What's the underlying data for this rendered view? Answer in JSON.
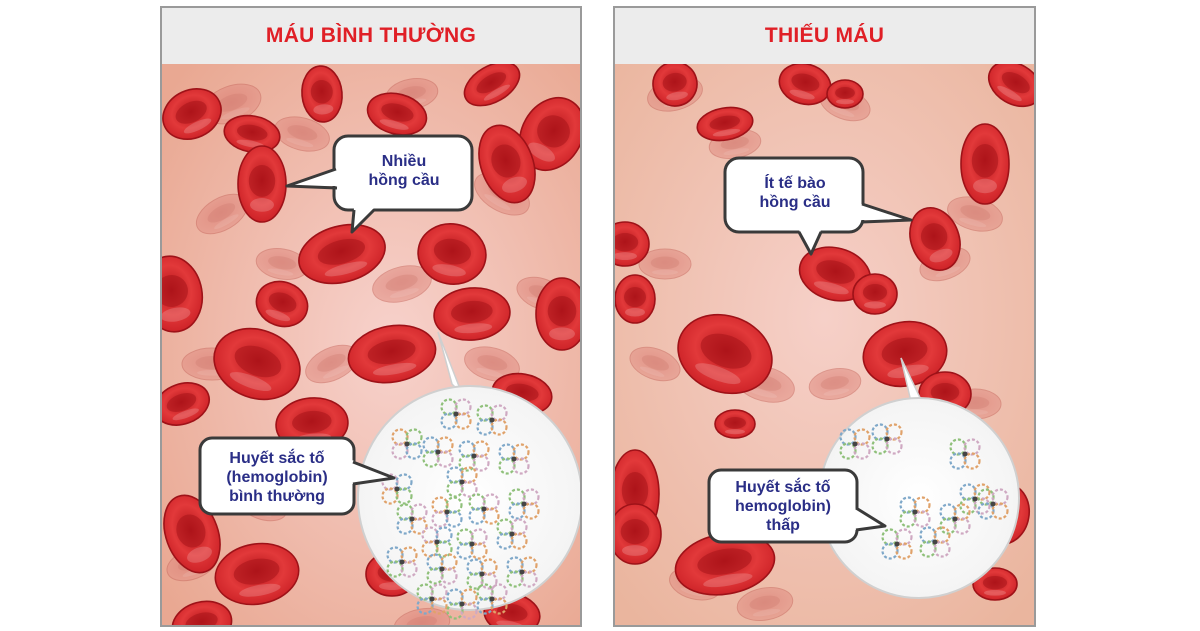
{
  "panels": [
    {
      "title": "MÁU BÌNH THƯỜNG",
      "callouts": {
        "cells": [
          "Nhiều",
          "hồng cầu"
        ],
        "hemoglobin": [
          "Huyết sắc tố",
          "(hemoglobin)",
          "bình thường"
        ]
      }
    },
    {
      "title": "THIẾU MÁU",
      "callouts": {
        "cells": [
          "Ít tế bào",
          "hồng cầu"
        ],
        "hemoglobin": [
          "Huyết sắc tố",
          "hemoglobin)",
          "thấp"
        ]
      }
    }
  ],
  "colors": {
    "title_red": "#e01f26",
    "callout_text": "#2a2e86",
    "header_bg": "#ececec",
    "cell_red": "#d8262a"
  }
}
